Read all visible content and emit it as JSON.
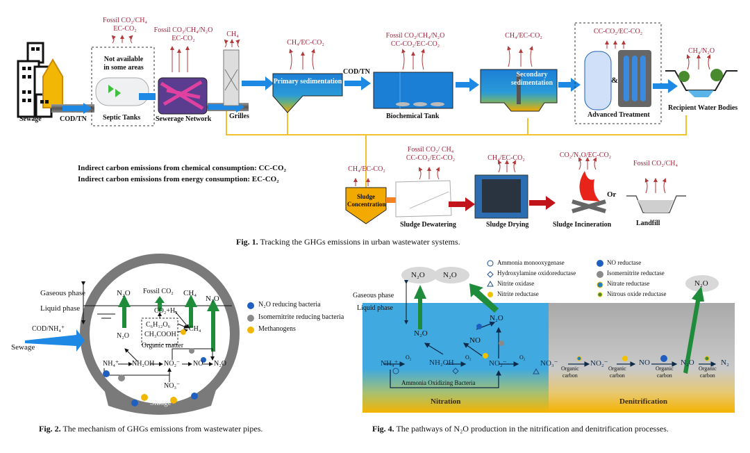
{
  "fig1": {
    "stages": [
      {
        "id": "sewage",
        "label": "Sewage"
      },
      {
        "id": "codtn1",
        "label": "COD/TN"
      },
      {
        "id": "septic",
        "label": "Septic Tanks",
        "note_line1": "Not available",
        "note_line2": "in some areas",
        "emit_line1": "Fossil CO₂/CH₄",
        "emit_line2": "EC-CO₂"
      },
      {
        "id": "sewer",
        "label": "Sewerage Network",
        "emit_line1": "Fossil CO₂/CH₄/N₂O",
        "emit_line2": "EC-CO₂"
      },
      {
        "id": "grilles",
        "label": "Grilles",
        "emit_line1": "CH₄"
      },
      {
        "id": "primary",
        "label": "Primary sedimentation",
        "emit_line1": "CH₄/EC-CO₂"
      },
      {
        "id": "codtn2",
        "label": "COD/TN"
      },
      {
        "id": "biochem",
        "label": "Biochemical Tank",
        "emit_line1": "Fossil CO₂/CH₄/N₂O",
        "emit_line2": "CC-CO₂/EC-CO₂"
      },
      {
        "id": "secondary",
        "label_line1": "Secondary",
        "label_line2": "sedimentation",
        "emit_line1": "CH₄/EC-CO₂"
      },
      {
        "id": "advanced",
        "label": "Advanced Treatment",
        "amp": "&",
        "emit_line1": "CC-CO₂/EC-CO₂"
      },
      {
        "id": "recipient",
        "label": "Recipient Water Bodies",
        "emit_line1": "CH₄/N₂O"
      }
    ],
    "sludge": [
      {
        "id": "conc",
        "label_line1": "Sludge",
        "label_line2": "Concentration",
        "emit_line1": "CH₄/EC-CO₂"
      },
      {
        "id": "dewater",
        "label": "Sludge Dewatering",
        "emit_line1": "Fossil CO₂/ CH₄",
        "emit_line2": "CC-CO₂/EC-CO₂"
      },
      {
        "id": "drying",
        "label": "Sludge Drying",
        "emit_line1": "CH₄/EC-CO₂"
      },
      {
        "id": "incin",
        "label": "Sludge Incineration",
        "emit_line1": "CO₂/N₂O/EC-CO₂"
      },
      {
        "id": "or",
        "label": "Or"
      },
      {
        "id": "landfill",
        "label": "Landfill",
        "emit_line1": "Fossil CO₂/CH₄"
      }
    ],
    "notes": [
      "Indirect carbon emissions from chemical consumption:  CC-CO₂",
      "Indirect carbon emissions from energy consumption:  EC-CO₂"
    ],
    "caption_num": "Fig. 1.",
    "caption_text": " Tracking the GHGs emissions in urban wastewater systems."
  },
  "fig2": {
    "gaseous": "Gaseous phase",
    "liquid": "Liquid phase",
    "inflow_label": "COD/NH₄⁺",
    "sewage": "Sewage",
    "gas_n2o_left": "N₂O",
    "gas_fossil": "Fossil CO₂",
    "gas_ch4": "CH₄",
    "gas_n2o_right": "N₂O",
    "co2h2": "CO₂+H₂",
    "glucose": "C₆H₁₂O₆",
    "acetate": "CH₃COOH",
    "ch4_product": "CH₄",
    "organic": "Organic matter",
    "n2o_mid": "N₂O",
    "nh4": "NH₄⁺",
    "nh2oh": "NH₂OH",
    "no2": "NO₂⁻",
    "no": "NO",
    "n2o_end": "N₂O",
    "no3": "NO₃⁻",
    "sludge": "Sludge",
    "legend": [
      {
        "label": "N₂O reducing bacteria",
        "color": "#1f5fbf"
      },
      {
        "label": "Isomernitrite reducing bacteria",
        "color": "#8a8a8a"
      },
      {
        "label": "Methanogens",
        "color": "#f2b705"
      }
    ],
    "caption_num": "Fig. 2.",
    "caption_text": " The mechanism of GHGs emissions from wastewater pipes."
  },
  "fig4": {
    "gaseous": "Gaseous phase",
    "liquid": "Liquid phase",
    "n2o_a": "N₂O",
    "n2o_b": "N₂O",
    "n2o_c": "N₂O",
    "n2o_mid": "N₂O",
    "n2o_top": "N₂O",
    "no": "NO",
    "nh4": "NH₄⁺",
    "nh2oh": "NH₂OH",
    "no2": "NO₂⁻",
    "no3": "NO₃⁻",
    "o2": "O₂",
    "aob": "Ammonia Oxidizing Bacteria",
    "den_no2": "NO₂⁻",
    "den_no": "NO",
    "den_n2o": "N₂O",
    "den_n2": "N₂",
    "organic": "Organic",
    "carbon": "carbon",
    "nitration": "Nitration",
    "denitrification": "Denitrification",
    "legend_left": [
      {
        "label": "Ammonia monooxygenase",
        "shape": "circle"
      },
      {
        "label": "Hydroxylamine oxidoreductase",
        "shape": "diamond"
      },
      {
        "label": "Nitrite oxidase",
        "shape": "triangle"
      },
      {
        "label": "Nitrite reductase",
        "shape": "yellow-blob"
      }
    ],
    "legend_right": [
      {
        "label": "NO reductase",
        "shape": "blue-blob"
      },
      {
        "label": "Isomernitrite reductase",
        "shape": "gray-gear"
      },
      {
        "label": "Nitrate reductase",
        "shape": "blue-dot"
      },
      {
        "label": "Nitrous oxide reductase",
        "shape": "green-dot"
      }
    ],
    "caption_num": "Fig. 4.",
    "caption_text": " The pathways of N₂O production in the nitrification and denitrification processes."
  },
  "colors": {
    "emission_text": "#a3233a",
    "flow_arrow": "#1e88e5",
    "gas_arrow": "#1e8c3a",
    "sludge_line": "#f2c12e",
    "water": "#1c7fd6",
    "sludge": "#f2a900"
  }
}
